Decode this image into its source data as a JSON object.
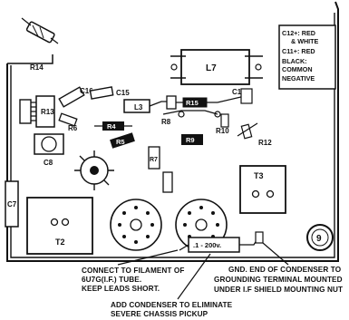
{
  "labels": {
    "r14": "R14",
    "l7": "L7",
    "r13": "R13",
    "c16": "C16",
    "c15": "C15",
    "l3": "L3",
    "r15": "R15",
    "c14": "C14",
    "r6": "R6",
    "r4": "R4",
    "r8": "R8",
    "r10": "R10",
    "r12": "R12",
    "c8": "C8",
    "r5": "R5",
    "r9": "R9",
    "r7": "R7",
    "t3": "T3",
    "c7": "C7",
    "t2": "T2",
    "n9": "9",
    "cap_value": ".1 - 200v."
  },
  "legend": {
    "line1": "C12+: RED",
    "line2": "& WHITE",
    "line3": "C11+: RED",
    "line4": "BLACK:",
    "line5": "COMMON",
    "line6": "NEGATIVE"
  },
  "notes": {
    "filament_1": "CONNECT TO FILAMENT OF",
    "filament_2": "6U7G(I.F.) TUBE.",
    "filament_3": "KEEP LEADS SHORT.",
    "ground_1": "GND. END OF CONDENSER TO",
    "ground_2": "GROUNDING TERMINAL MOUNTED",
    "ground_3": "UNDER I.F SHIELD MOUNTING NUT",
    "add_1": "ADD CONDENSER TO ELIMINATE",
    "add_2": "SEVERE CHASSIS PICKUP"
  }
}
